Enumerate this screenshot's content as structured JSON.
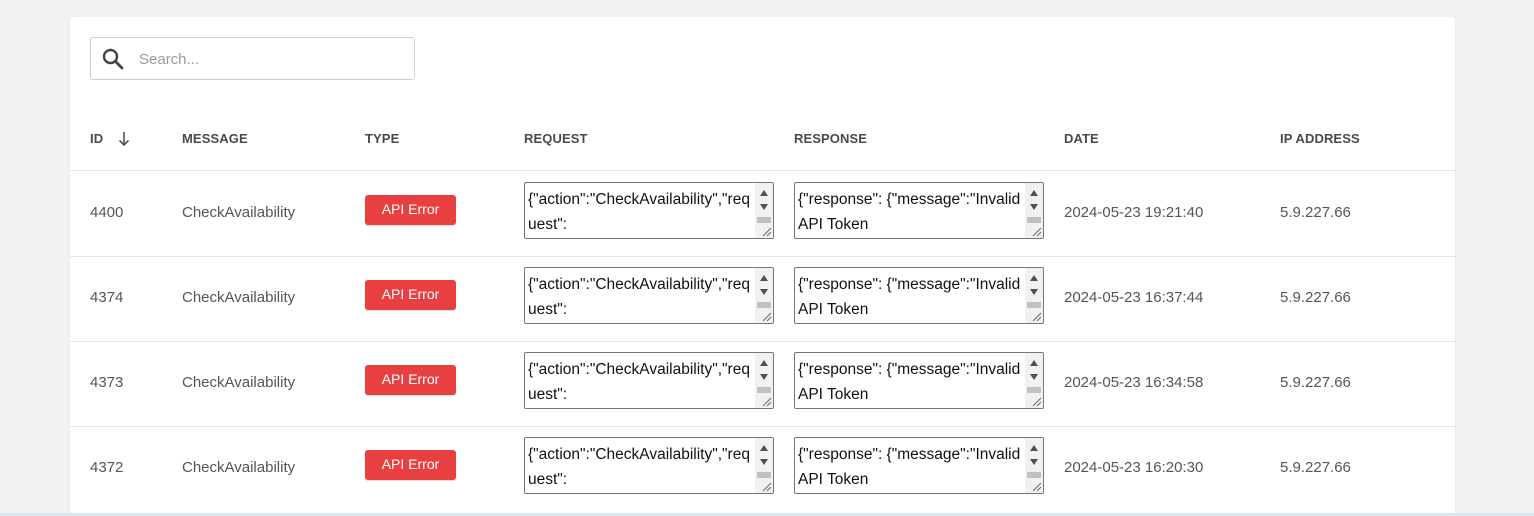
{
  "search": {
    "placeholder": "Search..."
  },
  "table": {
    "headers": {
      "id": "ID",
      "message": "MESSAGE",
      "type": "TYPE",
      "request": "REQUEST",
      "response": "RESPONSE",
      "date": "DATE",
      "ip": "IP ADDRESS"
    },
    "sort": {
      "column": "ID",
      "direction": "descending"
    },
    "rows": [
      {
        "id": "4400",
        "message": "CheckAvailability",
        "type": "API Error",
        "request": "{\"action\":\"CheckAvailability\",\"request\":",
        "response": "{\"response\": {\"message\":\"Invalid API Token",
        "date": "2024-05-23 19:21:40",
        "ip": "5.9.227.66"
      },
      {
        "id": "4374",
        "message": "CheckAvailability",
        "type": "API Error",
        "request": "{\"action\":\"CheckAvailability\",\"request\":",
        "response": "{\"response\": {\"message\":\"Invalid API Token",
        "date": "2024-05-23 16:37:44",
        "ip": "5.9.227.66"
      },
      {
        "id": "4373",
        "message": "CheckAvailability",
        "type": "API Error",
        "request": "{\"action\":\"CheckAvailability\",\"request\":",
        "response": "{\"response\": {\"message\":\"Invalid API Token",
        "date": "2024-05-23 16:34:58",
        "ip": "5.9.227.66"
      },
      {
        "id": "4372",
        "message": "CheckAvailability",
        "type": "API Error",
        "request": "{\"action\":\"CheckAvailability\",\"request\":",
        "response": "{\"response\": {\"message\":\"Invalid API Token",
        "date": "2024-05-23 16:20:30",
        "ip": "5.9.227.66"
      }
    ]
  },
  "colors": {
    "error_badge": "#e84040",
    "page_bg": "#f1f1f1"
  },
  "icons": {
    "search": "search-icon",
    "sort": "arrow-down-icon"
  }
}
